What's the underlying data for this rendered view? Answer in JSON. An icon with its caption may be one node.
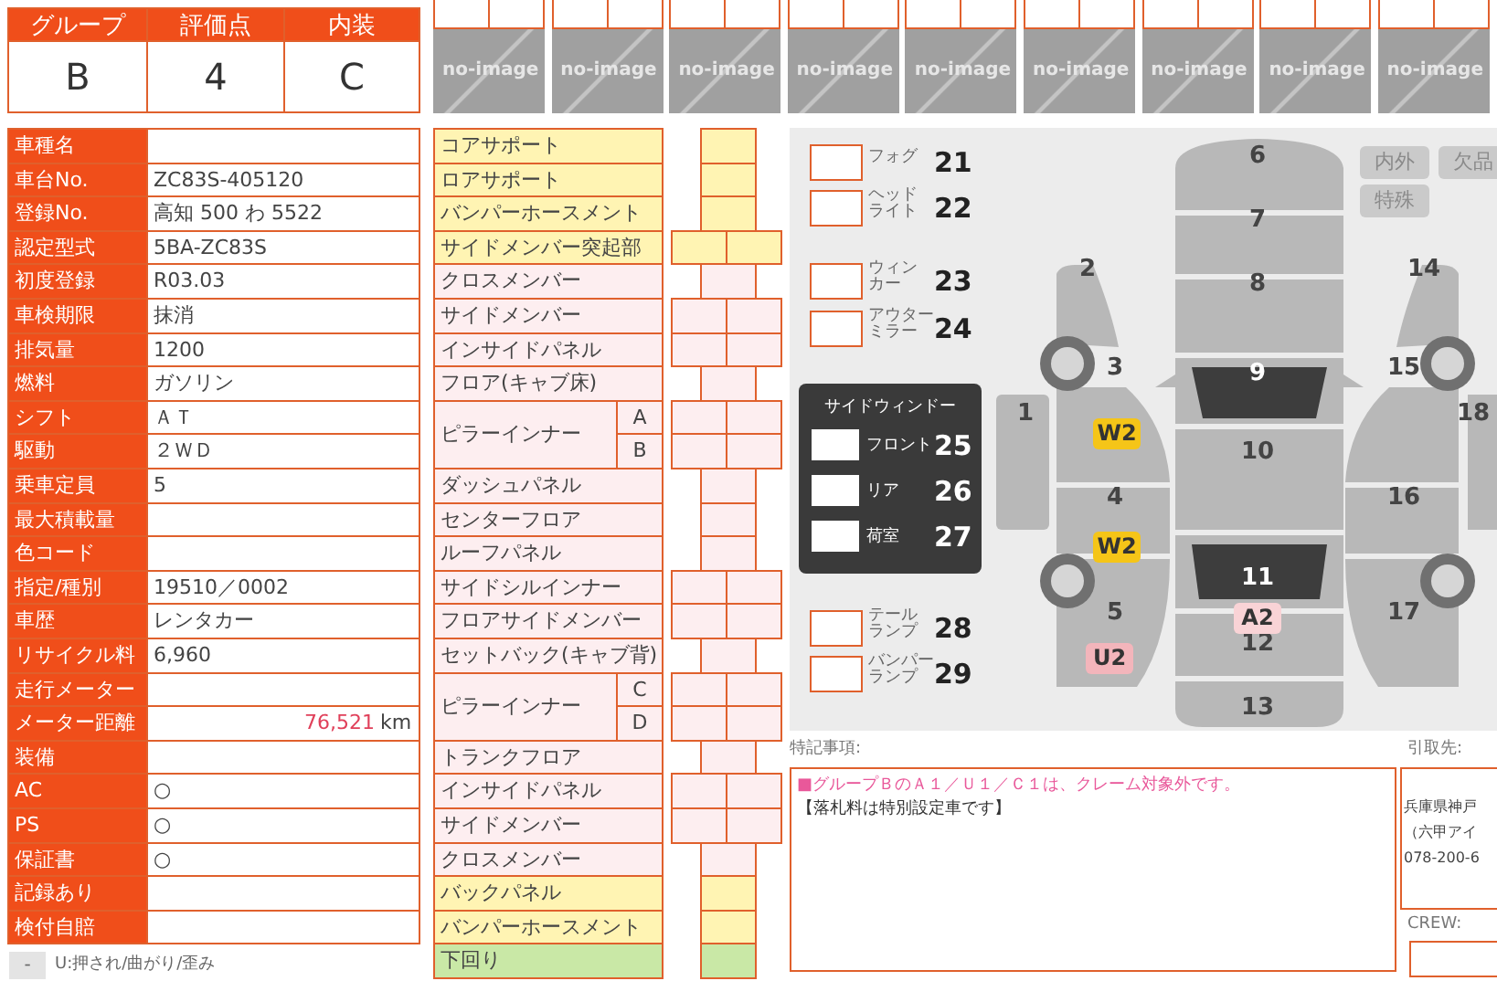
{
  "diagram": {
    "labels": [
      "グループ",
      "評価点",
      "内装",
      "B",
      "4",
      "C",
      "no-image",
      "no-image",
      "no-image",
      "no-image",
      "no-image",
      "no-image",
      "no-image",
      "no-image",
      "no-image",
      "車種名",
      "車台No.",
      "ZC83S-405120",
      "登録No.",
      "高知 500 わ 5522",
      "認定型式",
      "5BA-ZC83S",
      "初度登録",
      "R03.03",
      "車検期限",
      "抹消",
      "排気量",
      "1200",
      "燃料",
      "ガソリン",
      "シフト",
      "ＡＴ",
      "駆動",
      "２ＷＤ",
      "乗車定員",
      "5",
      "最大積載量",
      "色コード",
      "指定/種別",
      "19510／0002",
      "車歴",
      "レンタカー",
      "リサイクル料",
      "6,960",
      "走行メーター",
      "メーター距離",
      "76,521",
      "km",
      "装備",
      "AC",
      "○",
      "PS",
      "○",
      "保証書",
      "○",
      "記録あり",
      "検付自賠",
      "-",
      "U:押され/曲がり/歪み",
      "コアサポート",
      "ロアサポート",
      "バンパーホースメント",
      "サイドメンバー突起部",
      "クロスメンバー",
      "サイドメンバー",
      "インサイドパネル",
      "フロア(キャブ床)",
      "ピラーインナー",
      "A",
      "B",
      "ダッシュパネル",
      "センターフロア",
      "ルーフパネル",
      "サイドシルインナー",
      "フロアサイドメンバー",
      "セットバック(キャブ背)",
      "ピラーインナー",
      "C",
      "D",
      "トランクフロア",
      "インサイドパネル",
      "サイドメンバー",
      "クロスメンバー",
      "バックパネル",
      "バンパーホースメント",
      "下回り",
      "フォグ",
      "21",
      "ヘッドライト",
      "22",
      "ウィンカー",
      "23",
      "アウターミラー",
      "24",
      "サイドウィンドー",
      "フロント",
      "25",
      "リア",
      "26",
      "荷室",
      "27",
      "テールランプ",
      "28",
      "バンパーランプ",
      "29",
      "1",
      "2",
      "3",
      "4",
      "5",
      "6",
      "7",
      "8",
      "9",
      "10",
      "11",
      "12",
      "13",
      "14",
      "15",
      "16",
      "17",
      "18",
      "W2",
      "W2",
      "A2",
      "U2",
      "内外",
      "欠品",
      "特殊",
      "特記事項:",
      "■グループＢのＡ１／Ｕ１／Ｃ１は、クレーム対象外です。",
      "【落札料は特別設定車です】",
      "引取先:",
      "兵庫県神戸",
      "（六甲アイ",
      "078-200-6",
      "CREW:"
    ]
  }
}
